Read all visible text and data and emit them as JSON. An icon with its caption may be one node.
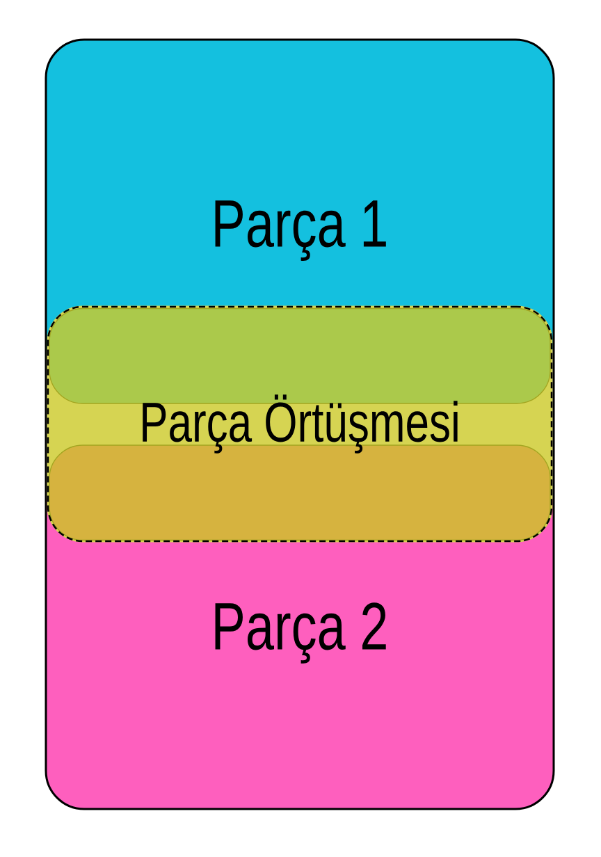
{
  "diagram": {
    "nodes": [
      {
        "text": [],
        "shape": "box"
      },
      {
        "text": [
          "Parça 1"
        ],
        "in": 0
      },
      {
        "text": [
          "Parça Örtüşmesi"
        ],
        "in": 0
      },
      {
        "text": [],
        "shape": "box",
        "in": 2
      },
      {
        "text": [],
        "shape": "box",
        "in": 2
      },
      {
        "text": [
          "Parça 2"
        ],
        "in": 0
      }
    ]
  }
}
